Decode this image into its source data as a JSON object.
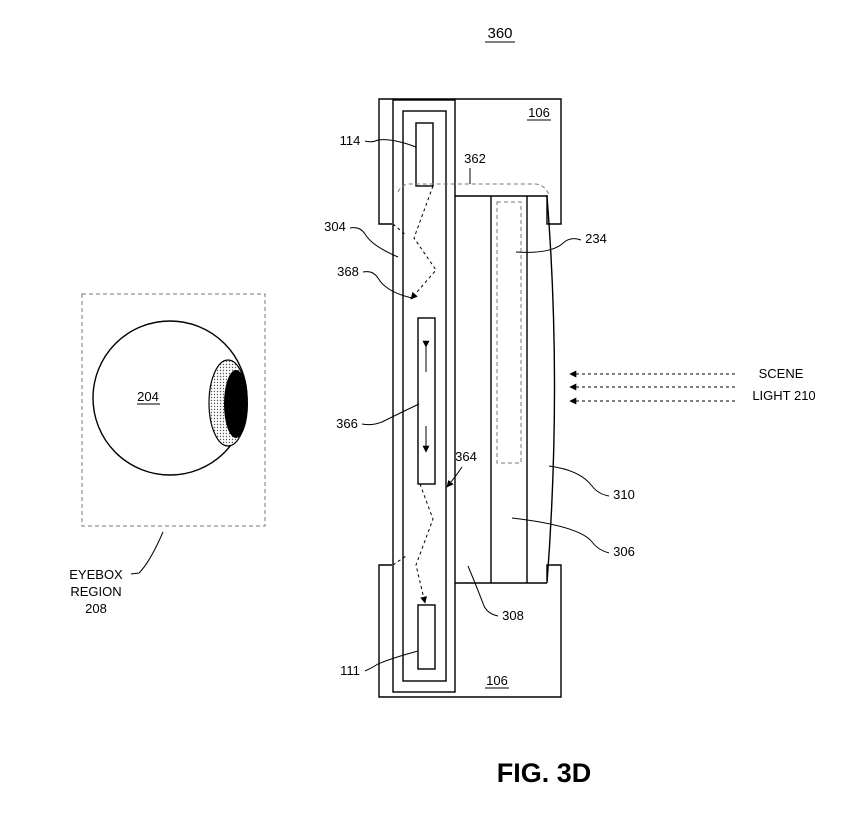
{
  "figure": {
    "number": "360",
    "caption": "FIG. 3D"
  },
  "labels": {
    "frame_top": "106",
    "frame_bottom": "106",
    "l114": "114",
    "l111": "111",
    "l362": "362",
    "l304": "304",
    "l368": "368",
    "l366": "366",
    "l364": "364",
    "l234": "234",
    "l310": "310",
    "l306": "306",
    "l308": "308",
    "eye": "204",
    "eyebox_line1": "EYEBOX",
    "eyebox_line2": "REGION",
    "eyebox_line3": "208",
    "scene_line1": "SCENE",
    "scene_line2": "LIGHT 210"
  }
}
